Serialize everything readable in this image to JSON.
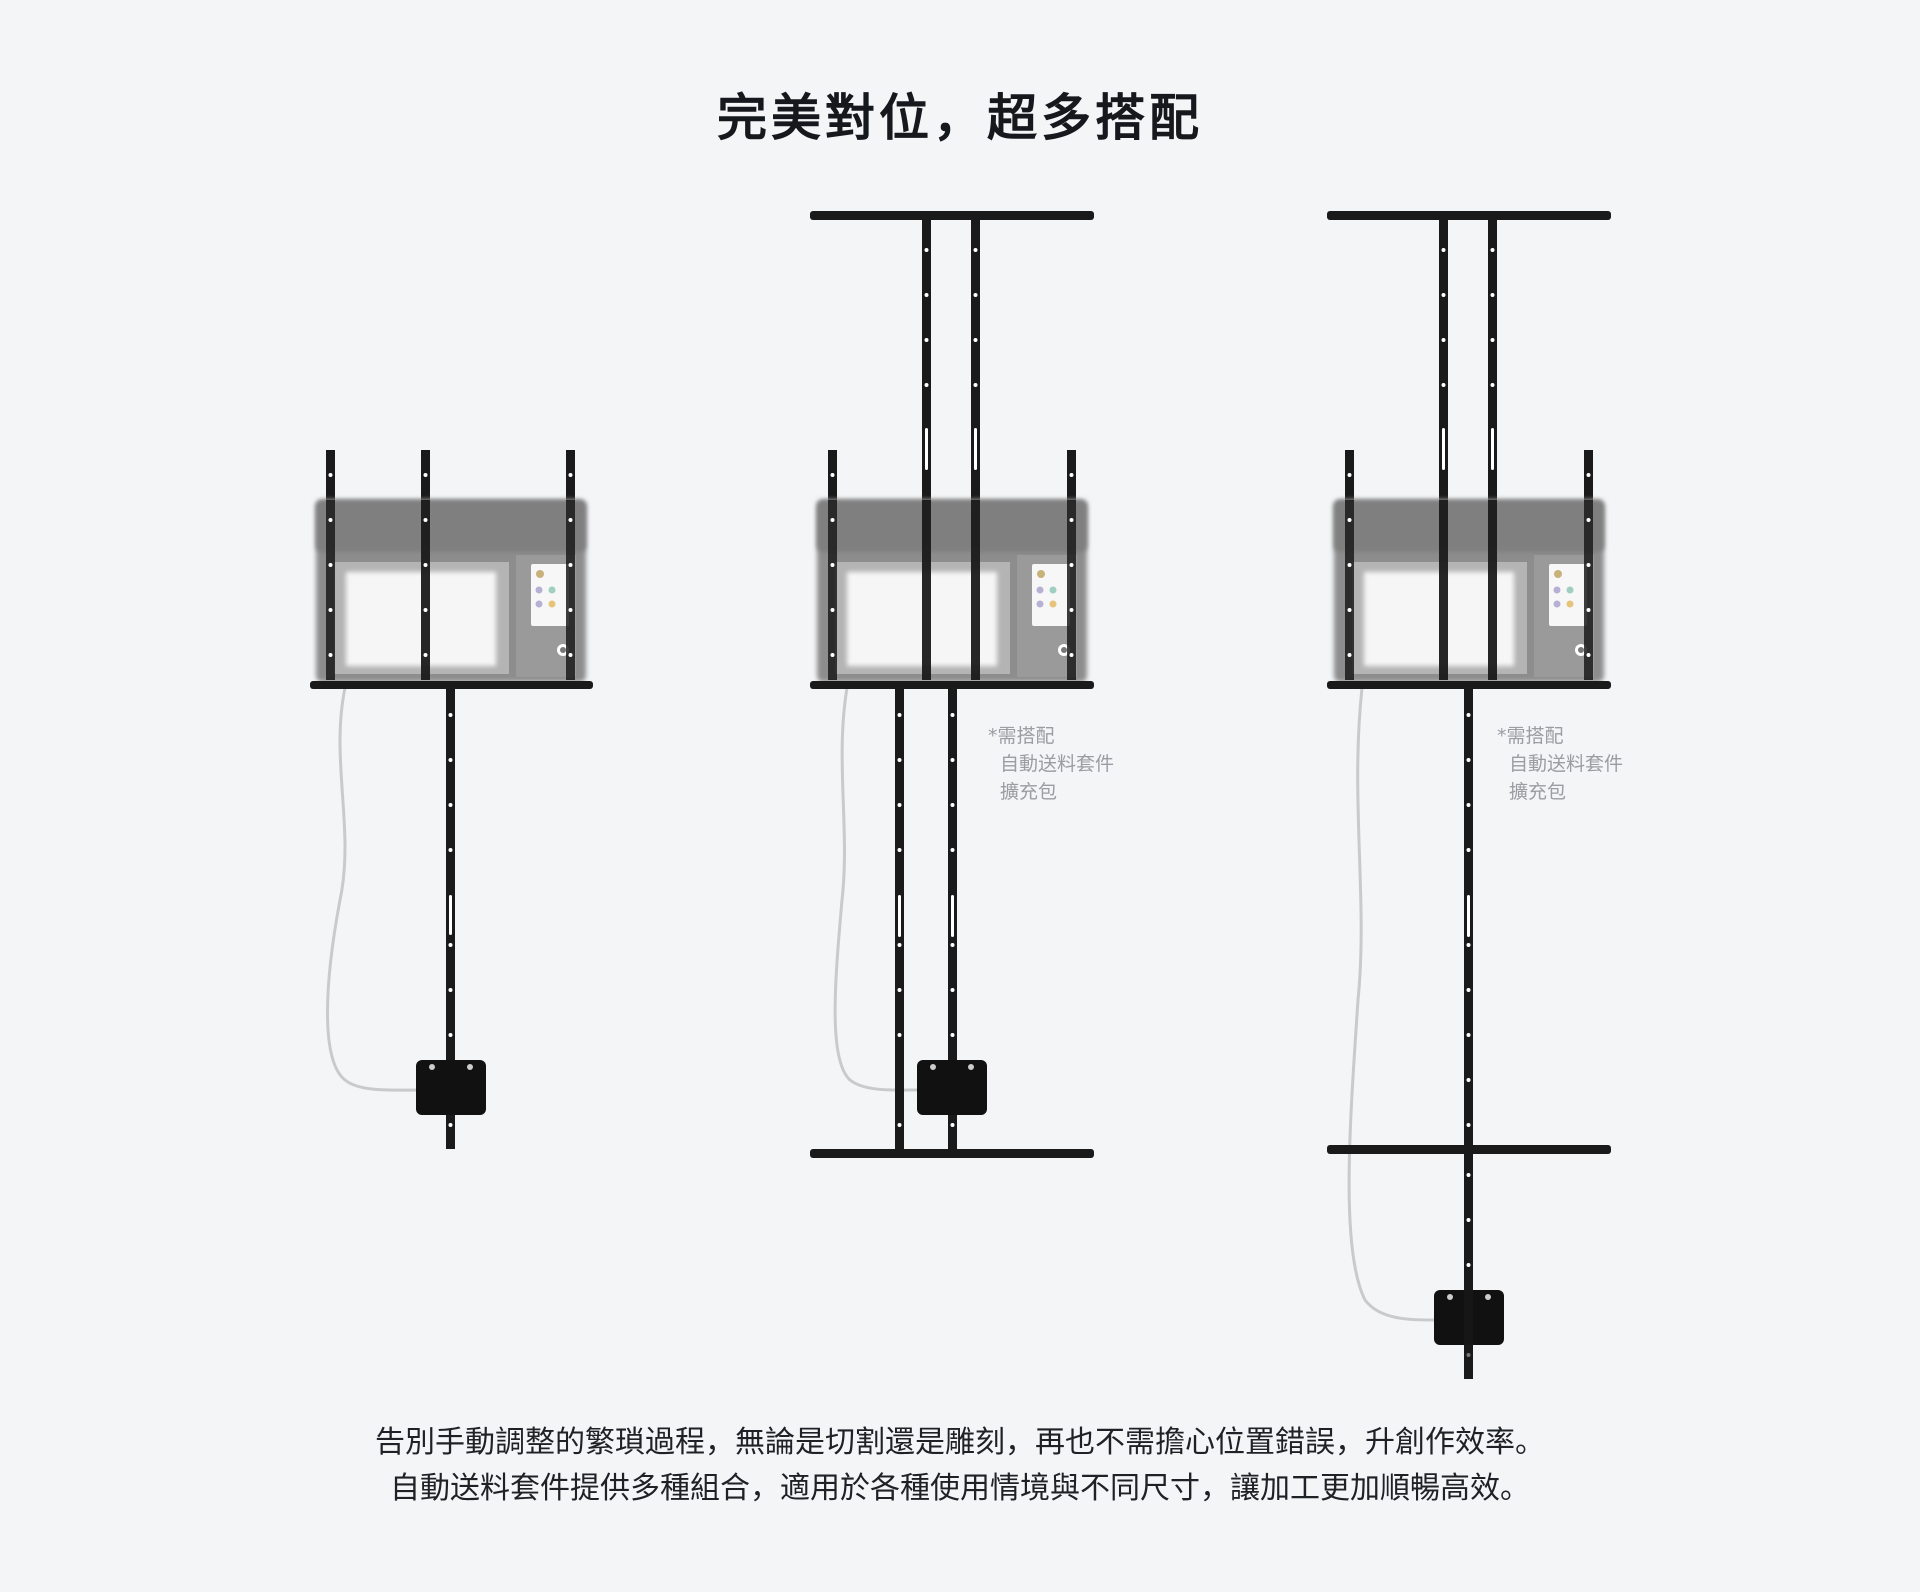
{
  "title": "完美對位，超多搭配",
  "configs": [
    {
      "name": "standard",
      "note": null
    },
    {
      "name": "double-rail",
      "note": {
        "line1": "*需搭配",
        "line2": "自動送料套件",
        "line3": "擴充包"
      }
    },
    {
      "name": "extended-rail",
      "note": {
        "line1": "*需搭配",
        "line2": "自動送料套件",
        "line3": "擴充包"
      }
    }
  ],
  "description": {
    "line1": "告別手動調整的繁瑣過程，無論是切割還是雕刻，再也不需擔心位置錯誤，升創作效率。",
    "line2": "自動送料套件提供多種組合，適用於各種使用情境與不同尺寸，讓加工更加順暢高效。"
  },
  "colors": {
    "background": "#f3f5f7",
    "rail": "#1a1a1a",
    "machine": "#8a8a8a",
    "note": "#9a9da1"
  }
}
